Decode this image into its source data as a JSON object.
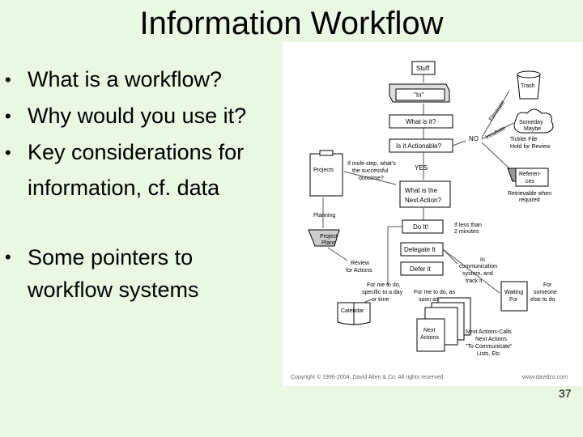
{
  "slide": {
    "title": "Information Workflow",
    "bullets": [
      "What is a workflow?",
      "Why would you use it?",
      "Key considerations for",
      "information, cf. data"
    ],
    "bullets2": [
      "Some pointers to",
      "workflow systems"
    ],
    "page_number": "37"
  },
  "diagram": {
    "stuff": "Stuff",
    "in": "\"In\"",
    "what_is_it": "What is it?",
    "is_actionable": "Is it Actionable?",
    "no": "NO",
    "yes": "YES",
    "eliminate": "Eliminate",
    "incubate": "Incubate",
    "trash": "Trash",
    "someday": "Someday",
    "maybe": "Maybe",
    "tickler1": "Tickler File",
    "tickler2": "Hold for Review",
    "reference1": "Referen-",
    "reference2": "ces",
    "retrievable1": "Retrievable when",
    "retrievable2": "required",
    "projects": "Projects",
    "multistep1": "If multi-step, what's",
    "multistep2": "the successful",
    "multistep3": "outcome?",
    "next_action1": "What is the",
    "next_action2": "Next Action?",
    "planning": "Planning",
    "project1": "Project",
    "project2": "Plans",
    "do_it": "Do It!",
    "less1": "If less than",
    "less2": "2 minutes",
    "delegate": "Delegate It",
    "defer": "Defer it",
    "review1": "Review",
    "review2": "for Actions",
    "comm1": "In",
    "comm2": "communication",
    "comm3": "system, and",
    "comm4": "track it",
    "me1": "For me to do,",
    "me2": "specific to a day",
    "me3": "or time",
    "asap1": "For me to do, as",
    "asap2": "soon as I can",
    "calendar": "Calendar",
    "waiting1": "Waiting",
    "waiting2": "For",
    "someone1": "For",
    "someone2": "someone",
    "someone3": "else to do",
    "na1": "Next",
    "na2": "Actions",
    "lists1": "Next Actions-Calls",
    "lists2": "Next Actions",
    "lists3": "\"To Communicate\"",
    "lists4": "Lists, Etc.",
    "copyright": "Copyright © 1996-2004, David Allen & Co. All rights reserved.",
    "website": "www.davidco.com"
  }
}
